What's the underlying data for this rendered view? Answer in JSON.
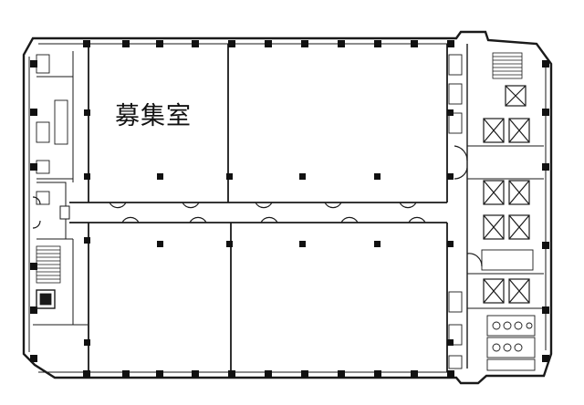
{
  "plan": {
    "title": "",
    "room_label": "募集室"
  },
  "colors": {
    "wall": "#1a1a1a",
    "column": "#111111",
    "background": "#ffffff"
  },
  "icons": {
    "elevator": "elevator-cross-box",
    "stair": "stair-hatch",
    "door": "door-swing-arc",
    "column": "structural-column"
  }
}
